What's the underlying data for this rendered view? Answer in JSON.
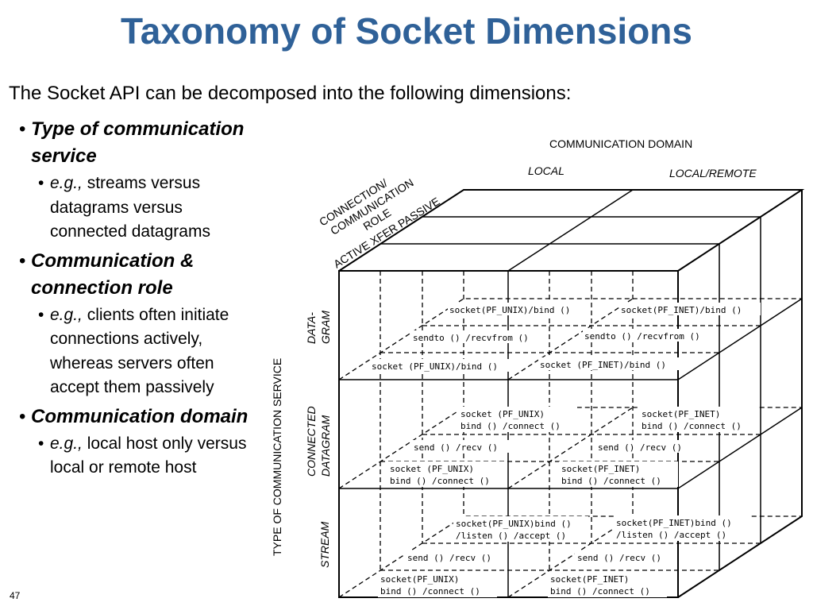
{
  "title": "Taxonomy of Socket Dimensions",
  "intro": "The Socket API can be decomposed into the following dimensions:",
  "bullets": [
    {
      "heading": "Type of communication service",
      "eg": "e.g.,",
      "detail": "streams versus datagrams versus connected datagrams"
    },
    {
      "heading": "Communication & connection role",
      "eg": "e.g.,",
      "detail": "clients often initiate connections actively, whereas servers often accept them passively"
    },
    {
      "heading": "Communication domain",
      "eg": "e.g.,",
      "detail": "local host only versus local or remote host"
    }
  ],
  "page_number": "47",
  "diagram": {
    "axis_domain": "COMMUNICATION DOMAIN",
    "domain_local": "LOCAL",
    "domain_remote": "LOCAL/REMOTE",
    "role_line1": "CONNECTION/",
    "role_line2": "COMMUNICATION",
    "role_line3": "ROLE",
    "role_values": "ACTIVE XFER PASSIVE",
    "service_axis": "TYPE OF COMMUNICATION SERVICE",
    "dgram_1": "DATA-",
    "dgram_2": "GRAM",
    "cdgram_1": "CONNECTED",
    "cdgram_2": "DATAGRAM",
    "stream": "STREAM",
    "dg_back_local": "socket(PF_UNIX)/bind ()",
    "dg_back_remote": "socket(PF_INET)/bind ()",
    "dg_mid_local": "sendto () /recvfrom ()",
    "dg_mid_remote": "sendto () /recvfrom ()",
    "dg_front_local": "socket (PF_UNIX)/bind ()",
    "dg_front_remote": "socket (PF_INET)/bind ()",
    "cd_back_local_1": "socket (PF_UNIX)",
    "cd_back_local_2": "bind () /connect ()",
    "cd_back_remote_1": "socket(PF_INET)",
    "cd_back_remote_2": "bind () /connect ()",
    "cd_mid_local": "send () /recv ()",
    "cd_mid_remote": "send () /recv ()",
    "cd_front_local_1": "socket (PF_UNIX)",
    "cd_front_local_2": "bind () /connect ()",
    "cd_front_remote_1": "socket(PF_INET)",
    "cd_front_remote_2": "bind () /connect ()",
    "st_back_local_1": "socket(PF_UNIX)bind ()",
    "st_back_local_2": "/listen () /accept ()",
    "st_back_remote_1": "socket(PF_INET)bind ()",
    "st_back_remote_2": "/listen () /accept ()",
    "st_mid_local": "send () /recv ()",
    "st_mid_remote": "send () /recv ()",
    "st_front_local_1": "socket(PF_UNIX)",
    "st_front_local_2": "bind () /connect ()",
    "st_front_remote_1": "socket(PF_INET)",
    "st_front_remote_2": "bind () /connect ()"
  }
}
